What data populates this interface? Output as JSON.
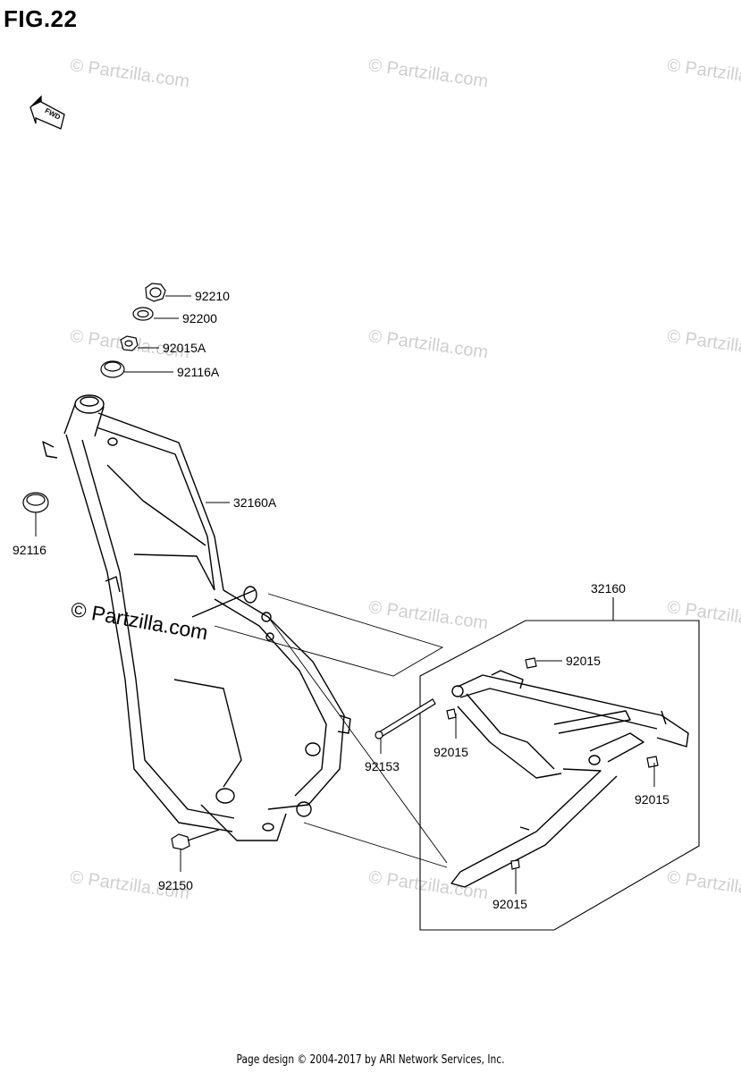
{
  "figure": {
    "title": "FIG.22"
  },
  "fwd_label": "FWD",
  "watermark": {
    "text": "© Partzilla.com"
  },
  "parts": {
    "p92210": "92210",
    "p92200": "92200",
    "p92015A": "92015A",
    "p92116A": "92116A",
    "p92116": "92116",
    "p32160A": "32160A",
    "p32160": "32160",
    "p92015_a": "92015",
    "p92015_b": "92015",
    "p92015_c": "92015",
    "p92015_d": "92015",
    "p92153": "92153",
    "p92150": "92150"
  },
  "footer": {
    "text": "Page design © 2004-2017 by ARI Network Services, Inc."
  }
}
